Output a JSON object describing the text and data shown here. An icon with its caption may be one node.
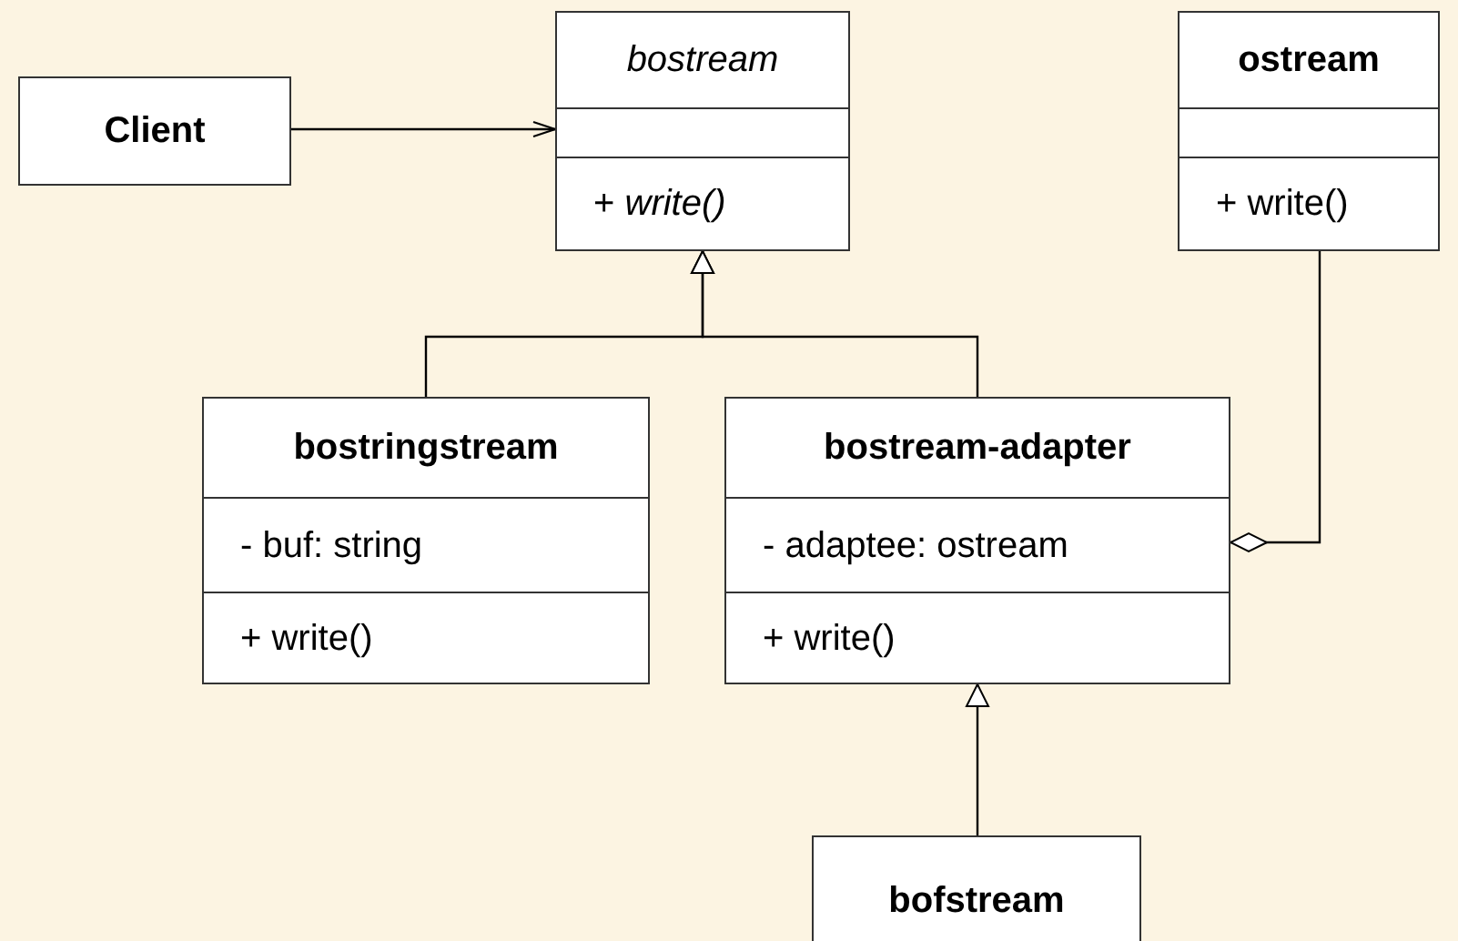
{
  "diagram": {
    "nodes": [
      {
        "text": [
          "Client"
        ]
      },
      {
        "text": [
          "bostream",
          "+ *write()*"
        ]
      },
      {
        "text": [
          "ostream",
          "+ write()"
        ]
      },
      {
        "text": [
          "bostringstream",
          "- buf: string",
          "+ write()"
        ]
      },
      {
        "text": [
          "bostream-adapter",
          "- adaptee: ostream",
          "+ write()"
        ]
      },
      {
        "text": [
          "bofstream"
        ]
      }
    ],
    "edges": [
      {
        "from": 0,
        "to": 1,
        "arrow": "to"
      },
      {
        "from": 3,
        "to": 1,
        "arrow": "to"
      },
      {
        "from": 4,
        "to": 1,
        "arrow": "to"
      },
      {
        "from": 2,
        "to": 4,
        "arrow": "other"
      },
      {
        "from": 5,
        "to": 4,
        "arrow": "to"
      }
    ]
  }
}
